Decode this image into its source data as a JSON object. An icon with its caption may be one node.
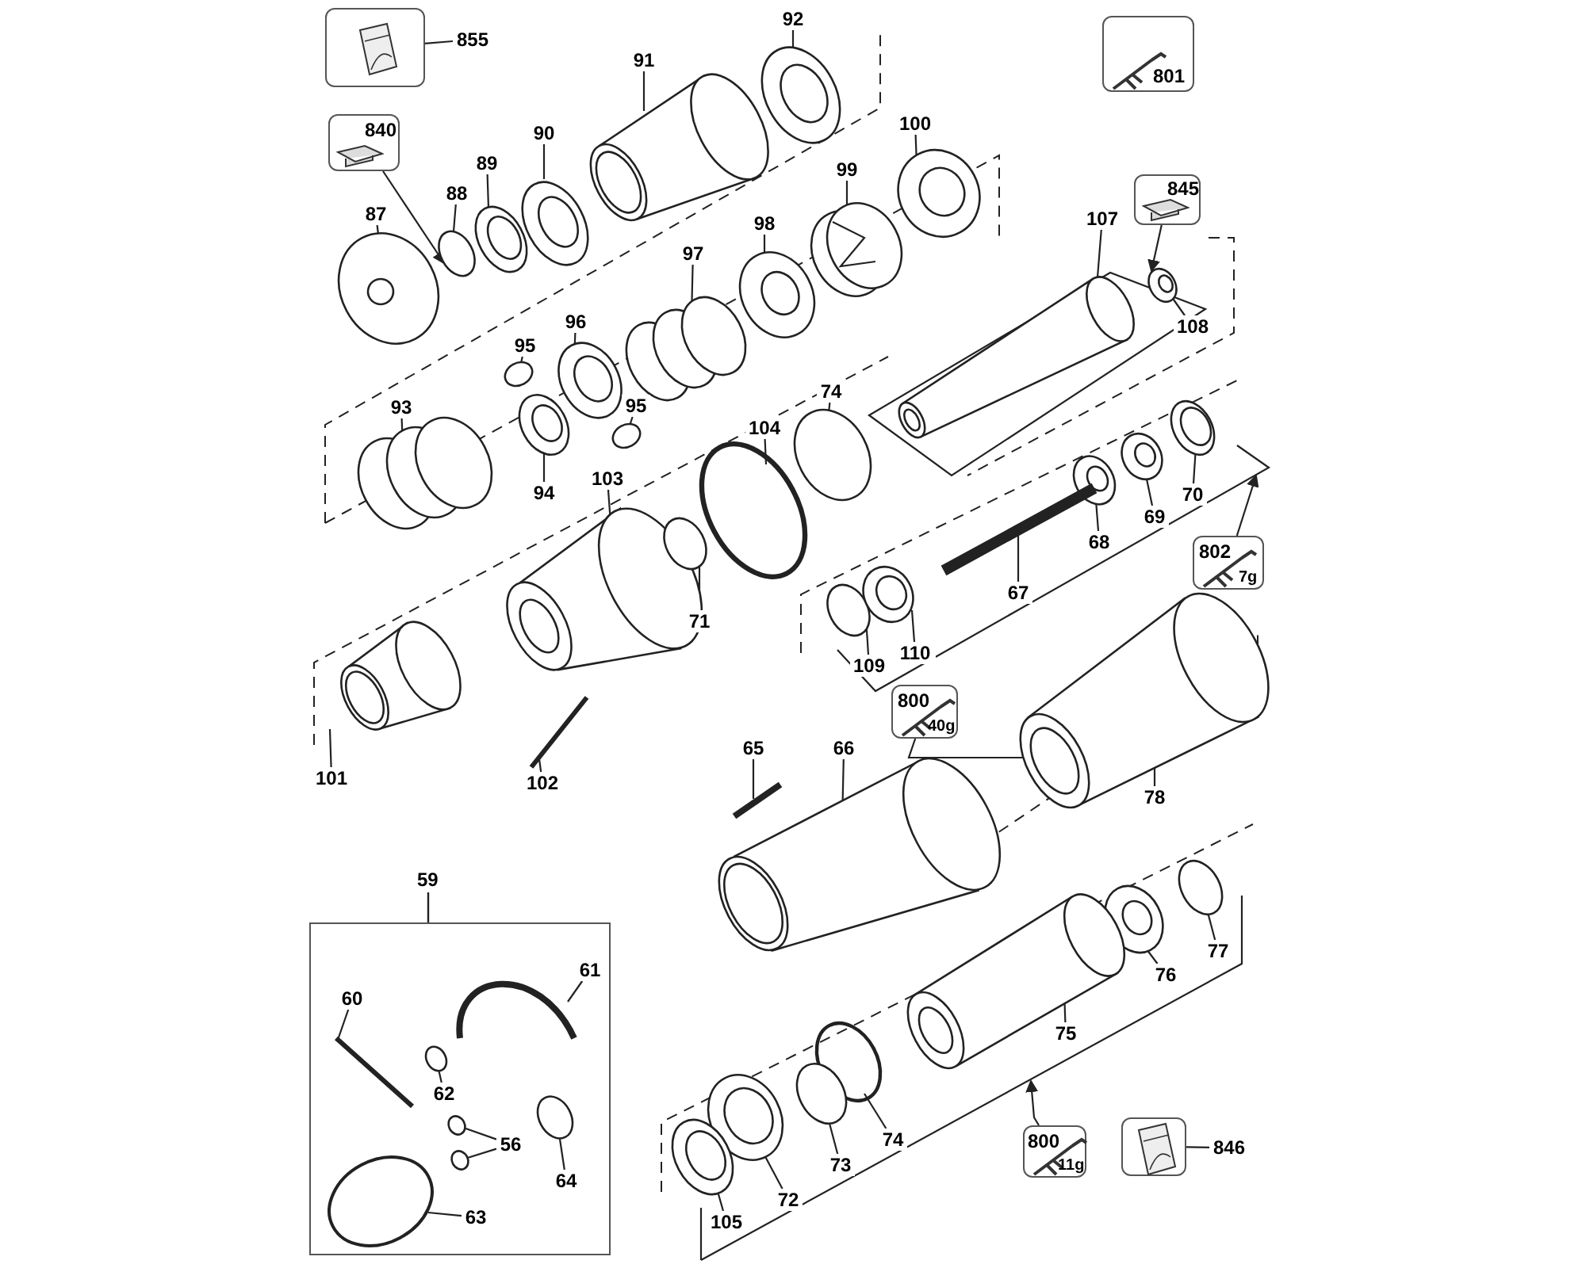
{
  "diagram": {
    "nodes": [
      {
        "text": [],
        "shape": "box"
      },
      {
        "text": [
          "92"
        ]
      },
      {
        "text": [
          "91"
        ]
      },
      {
        "text": [
          "90"
        ]
      },
      {
        "text": [
          "89"
        ]
      },
      {
        "text": [
          "88"
        ]
      },
      {
        "text": [
          "87"
        ]
      },
      {
        "text": [
          "840"
        ]
      },
      {
        "text": [
          "100"
        ]
      },
      {
        "text": [
          "99"
        ]
      },
      {
        "text": [
          "98"
        ]
      },
      {
        "text": [
          "97"
        ]
      },
      {
        "text": [
          "96"
        ]
      },
      {
        "text": [
          "95"
        ]
      },
      {
        "text": [
          "95"
        ]
      },
      {
        "text": [
          "93"
        ]
      },
      {
        "text": [
          "94"
        ]
      },
      {
        "text": [
          "801"
        ]
      },
      {
        "text": [
          "107"
        ]
      },
      {
        "text": [
          "845"
        ]
      },
      {
        "text": [
          "108"
        ]
      },
      {
        "text": [
          "74"
        ]
      },
      {
        "text": [
          "104"
        ]
      },
      {
        "text": [
          "103"
        ]
      },
      {
        "text": [
          "71"
        ]
      },
      {
        "text": [
          "70"
        ]
      },
      {
        "text": [
          "69"
        ]
      },
      {
        "text": [
          "68"
        ]
      },
      {
        "text": [
          "67"
        ]
      },
      {
        "text": [
          "802",
          "7g"
        ]
      },
      {
        "text": [
          "109"
        ]
      },
      {
        "text": [
          "110"
        ]
      },
      {
        "text": [
          "101"
        ]
      },
      {
        "text": [
          "102"
        ]
      },
      {
        "text": [
          "800",
          "40g"
        ]
      },
      {
        "text": [
          "65"
        ]
      },
      {
        "text": [
          "66"
        ]
      },
      {
        "text": [
          "78"
        ]
      },
      {
        "text": [
          "59"
        ]
      },
      {
        "text": [
          "61"
        ],
        "in": 38
      },
      {
        "text": [
          "60"
        ],
        "in": 38
      },
      {
        "text": [
          "62"
        ],
        "in": 38
      },
      {
        "text": [
          "56"
        ],
        "in": 38
      },
      {
        "text": [
          "64"
        ],
        "in": 38
      },
      {
        "text": [
          "63"
        ],
        "in": 38
      },
      {
        "text": [
          "77"
        ]
      },
      {
        "text": [
          "76"
        ]
      },
      {
        "text": [
          "75"
        ]
      },
      {
        "text": [
          "74"
        ]
      },
      {
        "text": [
          "73"
        ]
      },
      {
        "text": [
          "72"
        ]
      },
      {
        "text": [
          "105"
        ]
      },
      {
        "text": [
          "800",
          "11g"
        ]
      },
      {
        "text": [],
        "shape": "box"
      },
      {
        "text": [
          "855"
        ]
      },
      {
        "text": [
          "846"
        ]
      },
      {
        "text": [],
        "shape": "picture"
      },
      {
        "text": [],
        "shape": "picture"
      },
      {
        "text": [],
        "shape": "picture"
      },
      {
        "text": [],
        "shape": "picture"
      },
      {
        "text": [],
        "shape": "circle"
      },
      {
        "text": [],
        "shape": "picture"
      },
      {
        "text": [],
        "shape": "picture"
      },
      {
        "text": [],
        "shape": "picture"
      },
      {
        "text": [],
        "shape": "picture"
      },
      {
        "text": [],
        "shape": "picture"
      },
      {
        "text": [],
        "shape": "picture"
      },
      {
        "text": [],
        "shape": "circle"
      },
      {
        "text": [],
        "shape": "circle"
      },
      {
        "text": [],
        "shape": "picture"
      },
      {
        "text": [],
        "shape": "picture"
      },
      {
        "text": [],
        "shape": "picture"
      },
      {
        "text": [],
        "shape": "picture"
      },
      {
        "text": [],
        "shape": "circle"
      },
      {
        "text": [],
        "shape": "circle"
      },
      {
        "text": [],
        "shape": "picture"
      },
      {
        "text": [],
        "shape": "circle"
      },
      {
        "text": [],
        "shape": "picture"
      },
      {
        "text": [],
        "shape": "picture"
      },
      {
        "text": [],
        "shape": "picture"
      },
      {
        "text": [],
        "shape": "picture"
      },
      {
        "text": [],
        "shape": "circle"
      },
      {
        "text": [],
        "shape": "picture"
      },
      {
        "text": [],
        "shape": "picture"
      },
      {
        "text": [],
        "shape": "picture"
      },
      {
        "text": [],
        "shape": "picture"
      },
      {
        "text": [],
        "shape": "picture"
      },
      {
        "text": [],
        "shape": "picture"
      },
      {
        "text": [],
        "shape": "picture",
        "in": 38
      },
      {
        "text": [],
        "shape": "picture",
        "in": 38
      },
      {
        "text": [],
        "shape": "circle",
        "in": 38
      },
      {
        "text": [],
        "shape": "circle",
        "in": 38
      },
      {
        "text": [],
        "shape": "circle",
        "in": 38
      },
      {
        "text": [],
        "shape": "circle",
        "in": 38
      },
      {
        "text": [],
        "shape": "circle",
        "in": 38
      },
      {
        "text": [],
        "shape": "circle"
      },
      {
        "text": [],
        "shape": "picture"
      },
      {
        "text": [],
        "shape": "picture"
      },
      {
        "text": [],
        "shape": "circle"
      },
      {
        "text": [],
        "shape": "circle"
      },
      {
        "text": [],
        "shape": "picture"
      },
      {
        "text": [],
        "shape": "picture"
      }
    ],
    "edges": [
      {
        "from": 1,
        "to": 56,
        "arrow": "none"
      },
      {
        "from": 2,
        "to": 57,
        "arrow": "none"
      },
      {
        "from": 3,
        "to": 58,
        "arrow": "none"
      },
      {
        "from": 4,
        "to": 59,
        "arrow": "none"
      },
      {
        "from": 5,
        "to": 60,
        "arrow": "none"
      },
      {
        "from": 6,
        "to": 61,
        "arrow": "none"
      },
      {
        "from": 7,
        "to": 60,
        "arrow": "to"
      },
      {
        "from": 8,
        "to": 62,
        "arrow": "none"
      },
      {
        "from": 9,
        "to": 63,
        "arrow": "none"
      },
      {
        "from": 10,
        "to": 64,
        "arrow": "none"
      },
      {
        "from": 11,
        "to": 65,
        "arrow": "none"
      },
      {
        "from": 12,
        "to": 66,
        "arrow": "none"
      },
      {
        "from": 13,
        "to": 67,
        "arrow": "none"
      },
      {
        "from": 14,
        "to": 68,
        "arrow": "none"
      },
      {
        "from": 15,
        "to": 69,
        "arrow": "none"
      },
      {
        "from": 16,
        "to": 70,
        "arrow": "none"
      },
      {
        "from": 18,
        "to": 71,
        "arrow": "none"
      },
      {
        "from": 19,
        "to": 72,
        "arrow": "to"
      },
      {
        "from": 20,
        "to": 72,
        "arrow": "none"
      },
      {
        "from": 21,
        "to": 73,
        "arrow": "none"
      },
      {
        "from": 22,
        "to": 74,
        "arrow": "none"
      },
      {
        "from": 23,
        "to": 75,
        "arrow": "none"
      },
      {
        "from": 24,
        "to": 76,
        "arrow": "none"
      },
      {
        "from": 25,
        "to": 77,
        "arrow": "none"
      },
      {
        "from": 26,
        "to": 78,
        "arrow": "none"
      },
      {
        "from": 27,
        "to": 79,
        "arrow": "none"
      },
      {
        "from": 28,
        "to": 80,
        "arrow": "none"
      },
      {
        "from": 29,
        "to": null,
        "arrow": "to"
      },
      {
        "from": 30,
        "to": 81,
        "arrow": "none"
      },
      {
        "from": 31,
        "to": 82,
        "arrow": "none"
      },
      {
        "from": 32,
        "to": 83,
        "arrow": "none"
      },
      {
        "from": 33,
        "to": 84,
        "arrow": "none"
      },
      {
        "from": 34,
        "to": 87,
        "arrow": "to"
      },
      {
        "from": 35,
        "to": 85,
        "arrow": "none"
      },
      {
        "from": 36,
        "to": 86,
        "arrow": "none"
      },
      {
        "from": 37,
        "to": 87,
        "arrow": "none"
      },
      {
        "from": 39,
        "to": 88,
        "arrow": "none"
      },
      {
        "from": 40,
        "to": 89,
        "arrow": "none"
      },
      {
        "from": 41,
        "to": 90,
        "arrow": "none"
      },
      {
        "from": 42,
        "to": 91,
        "arrow": "none"
      },
      {
        "from": 42,
        "to": 92,
        "arrow": "none"
      },
      {
        "from": 43,
        "to": 93,
        "arrow": "none"
      },
      {
        "from": 44,
        "to": 94,
        "arrow": "none"
      },
      {
        "from": 45,
        "to": 95,
        "arrow": "none"
      },
      {
        "from": 46,
        "to": 96,
        "arrow": "none"
      },
      {
        "from": 47,
        "to": 97,
        "arrow": "none"
      },
      {
        "from": 48,
        "to": 98,
        "arrow": "none"
      },
      {
        "from": 49,
        "to": 99,
        "arrow": "none"
      },
      {
        "from": 50,
        "to": 100,
        "arrow": "none"
      },
      {
        "from": 51,
        "to": 101,
        "arrow": "none"
      },
      {
        "from": 52,
        "to": null,
        "arrow": "to"
      },
      {
        "from": 54,
        "to": 0,
        "arrow": "none"
      },
      {
        "from": 55,
        "to": 53,
        "arrow": "none"
      }
    ]
  }
}
